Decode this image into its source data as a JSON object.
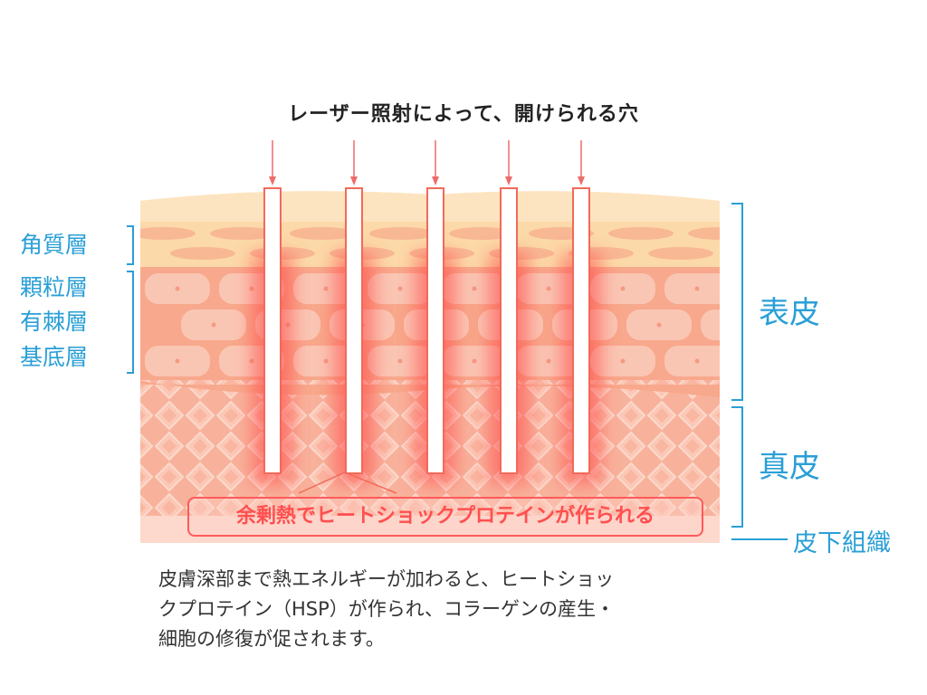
{
  "title": "レーザー照射によって、開けられる穴",
  "left_labels": {
    "stratum_corneum": "角質層",
    "granular": "顆粒層",
    "spinous": "有棘層",
    "basal": "基底層"
  },
  "right_labels": {
    "epidermis": "表皮",
    "dermis": "真皮",
    "subcutaneous": "皮下組織"
  },
  "heat_label": "余剰熱でヒートショックプロテインが作られる",
  "caption": {
    "line1": "皮膚深部まで熱エネルギーが加わると、ヒートショッ",
    "line2": "クプロテイン（HSP）が作られ、コラーゲンの産生・",
    "line3": "細胞の修復が促されます。"
  },
  "colors": {
    "label_blue": "#2a9fd6",
    "corneum": "#fcd9a8",
    "epidermis": "#f8a88c",
    "dermis": "#f9b49e",
    "subcutaneous": "#fdd8cc",
    "heat_red": "#ff4f4f"
  }
}
